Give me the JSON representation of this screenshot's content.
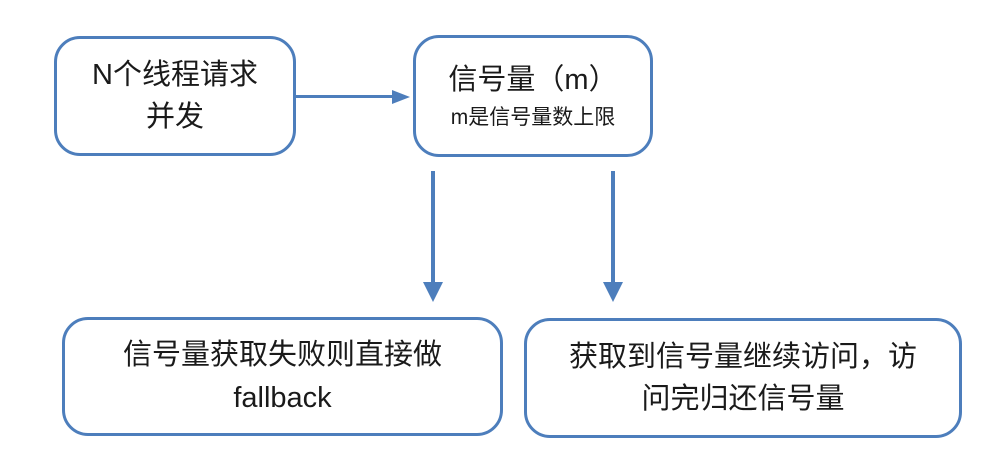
{
  "colors": {
    "accent": "#4d7ebc",
    "text": "#1a1a1a",
    "canvas": "#ffffff"
  },
  "nodes": {
    "threads": {
      "lines": [
        "N个线程请求",
        "并发"
      ]
    },
    "semaphore": {
      "title": "信号量（m）",
      "subtitle": "m是信号量数上限"
    },
    "fallback": {
      "lines": [
        "信号量获取失败则直接做",
        "fallback"
      ]
    },
    "access": {
      "lines": [
        "获取到信号量继续访问，访",
        "问完归还信号量"
      ]
    }
  },
  "edges": [
    {
      "from": "threads",
      "to": "semaphore",
      "direction": "right"
    },
    {
      "from": "semaphore",
      "to": "fallback",
      "direction": "down"
    },
    {
      "from": "semaphore",
      "to": "access",
      "direction": "down"
    }
  ]
}
